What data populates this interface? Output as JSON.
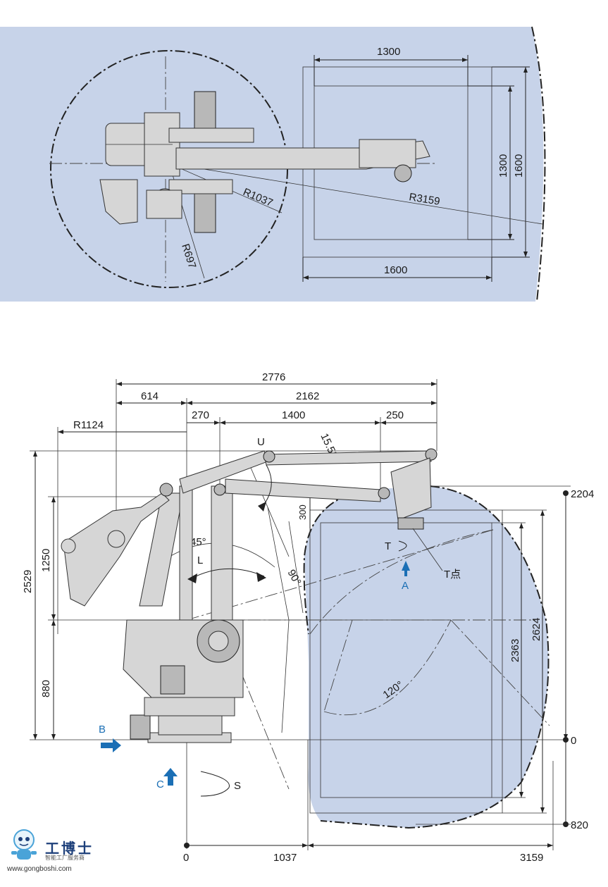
{
  "top_view": {
    "dim_width_inner": "1300",
    "dim_width_outer": "1600",
    "dim_height_inner": "1300",
    "dim_height_outer": "1600",
    "radius_outer": "R3159",
    "radius_mid": "R1037",
    "radius_inner": "R697"
  },
  "side_view": {
    "dim_total": "2776",
    "dim_614": "614",
    "dim_2162": "2162",
    "dim_270": "270",
    "dim_1400": "1400",
    "dim_250": "250",
    "radius_base": "R1124",
    "angle_155": "15.5°",
    "angle_45": "45°",
    "angle_90": "90°",
    "angle_120": "120°",
    "axis_u": "U",
    "axis_l": "L",
    "axis_t": "T",
    "axis_s": "S",
    "t_point": "T点",
    "view_a": "A",
    "view_b": "B",
    "view_c": "C",
    "v_2529": "2529",
    "v_1250": "1250",
    "v_880": "880",
    "v_300": "300",
    "v_2363": "2363",
    "v_2624": "2624",
    "right_2204": "2204",
    "right_0": "0",
    "right_820": "820",
    "bottom_0": "0",
    "bottom_1037": "1037",
    "bottom_3159": "3159"
  },
  "logo": {
    "brand": "工博士",
    "tagline": "智能工厂服务商",
    "url": "www.gongboshi.com"
  },
  "colors": {
    "zone": "#c7d3e9",
    "accent_blue": "#1b6fb5"
  }
}
